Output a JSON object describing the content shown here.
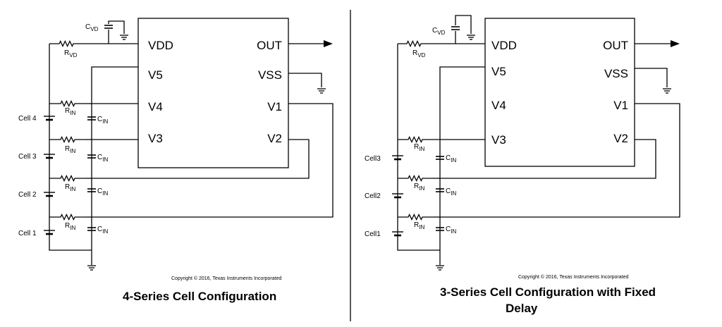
{
  "left": {
    "ic_pins": {
      "vdd": "VDD",
      "v5": "V5",
      "v4": "V4",
      "v3": "V3",
      "out": "OUT",
      "vss": "VSS",
      "v1": "V1",
      "v2": "V2"
    },
    "cvd_main": "C",
    "cvd_sub": "VD",
    "rvd_main": "R",
    "rvd_sub": "VD",
    "rin_main": "R",
    "rin_sub": "IN",
    "cin_main": "C",
    "cin_sub": "IN",
    "cells": [
      "Cell 4",
      "Cell 3",
      "Cell 2",
      "Cell 1"
    ],
    "copyright": "Copyright © 2016, Texas Instruments Incorporated",
    "caption": "4-Series Cell Configuration"
  },
  "right": {
    "ic_pins": {
      "vdd": "VDD",
      "v5": "V5",
      "v4": "V4",
      "v3": "V3",
      "out": "OUT",
      "vss": "VSS",
      "v1": "V1",
      "v2": "V2"
    },
    "cvd_main": "C",
    "cvd_sub": "VD",
    "rvd_main": "R",
    "rvd_sub": "VD",
    "rin_main": "R",
    "rin_sub": "IN",
    "cin_main": "C",
    "cin_sub": "IN",
    "cells": [
      "Cell3",
      "Cell2",
      "Cell1"
    ],
    "copyright": "Copyright © 2016, Texas Instruments Incorporated",
    "caption_line1": "3-Series Cell Configuration with Fixed",
    "caption_line2": "Delay"
  }
}
